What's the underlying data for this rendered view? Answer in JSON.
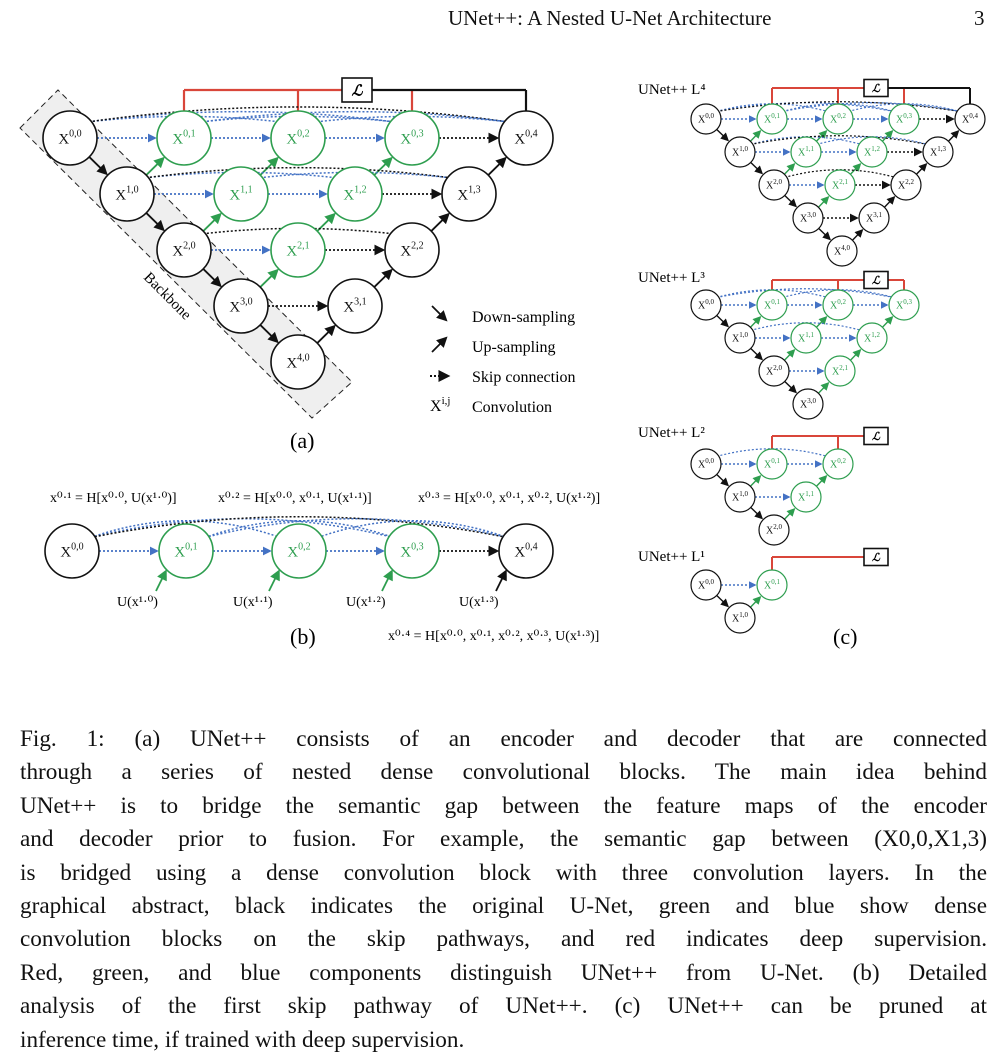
{
  "header": {
    "title": "UNet++: A Nested U-Net Architecture",
    "page_number": "3"
  },
  "figure": {
    "loss_symbol": "ℒ",
    "backbone_label": "Backbone",
    "node_base": "X",
    "panel_labels": {
      "a": "(a)",
      "b": "(b)",
      "c": "(c)"
    },
    "legend": [
      {
        "symbol": "down-arrow-icon",
        "label": "Down-sampling"
      },
      {
        "symbol": "up-arrow-icon",
        "label": "Up-sampling"
      },
      {
        "symbol": "skip-arrow-icon",
        "label": "Skip connection"
      },
      {
        "symbol": "Xi,j",
        "label": "Convolution"
      }
    ],
    "panel_b": {
      "eq1": "x⁰·¹ = H[x⁰·⁰, U(x¹·⁰)]",
      "eq2": "x⁰·² = H[x⁰·⁰, x⁰·¹, U(x¹·¹)]",
      "eq3": "x⁰·³ = H[x⁰·⁰, x⁰·¹, x⁰·², U(x¹·²)]",
      "eq4": "x⁰·⁴ = H[x⁰·⁰, x⁰·¹, x⁰·², x⁰·³, U(x¹·³)]",
      "up_labels": [
        "U(x¹·⁰)",
        "U(x¹·¹)",
        "U(x¹·²)",
        "U(x¹·³)"
      ]
    },
    "panel_c": {
      "variants": [
        "UNet++ L⁴",
        "UNet++ L³",
        "UNet++ L²",
        "UNet++ L¹"
      ]
    },
    "colors": {
      "black": "#111111",
      "green": "#2e9e4f",
      "blue": "#4472c4",
      "red": "#d9463a",
      "backbone_fill": "#efefef"
    }
  },
  "caption": {
    "lines": [
      "Fig. 1: (a) UNet++ consists of an encoder and decoder that are connected",
      "through a series of nested dense convolutional blocks. The main idea behind",
      "UNet++ is to bridge the semantic gap between the feature maps of the encoder",
      "and decoder prior to fusion. For example, the semantic gap between (X0,0,X1,3)",
      "is bridged using a dense convolution block with three convolution layers. In the",
      "graphical abstract, black indicates the original U-Net, green and blue show dense",
      "convolution blocks on the skip pathways, and red indicates deep supervision.",
      "Red, green, and blue components distinguish UNet++ from U-Net. (b) Detailed",
      "analysis of the first skip pathway of UNet++. (c) UNet++ can be pruned at",
      "inference time, if trained with deep supervision."
    ]
  }
}
